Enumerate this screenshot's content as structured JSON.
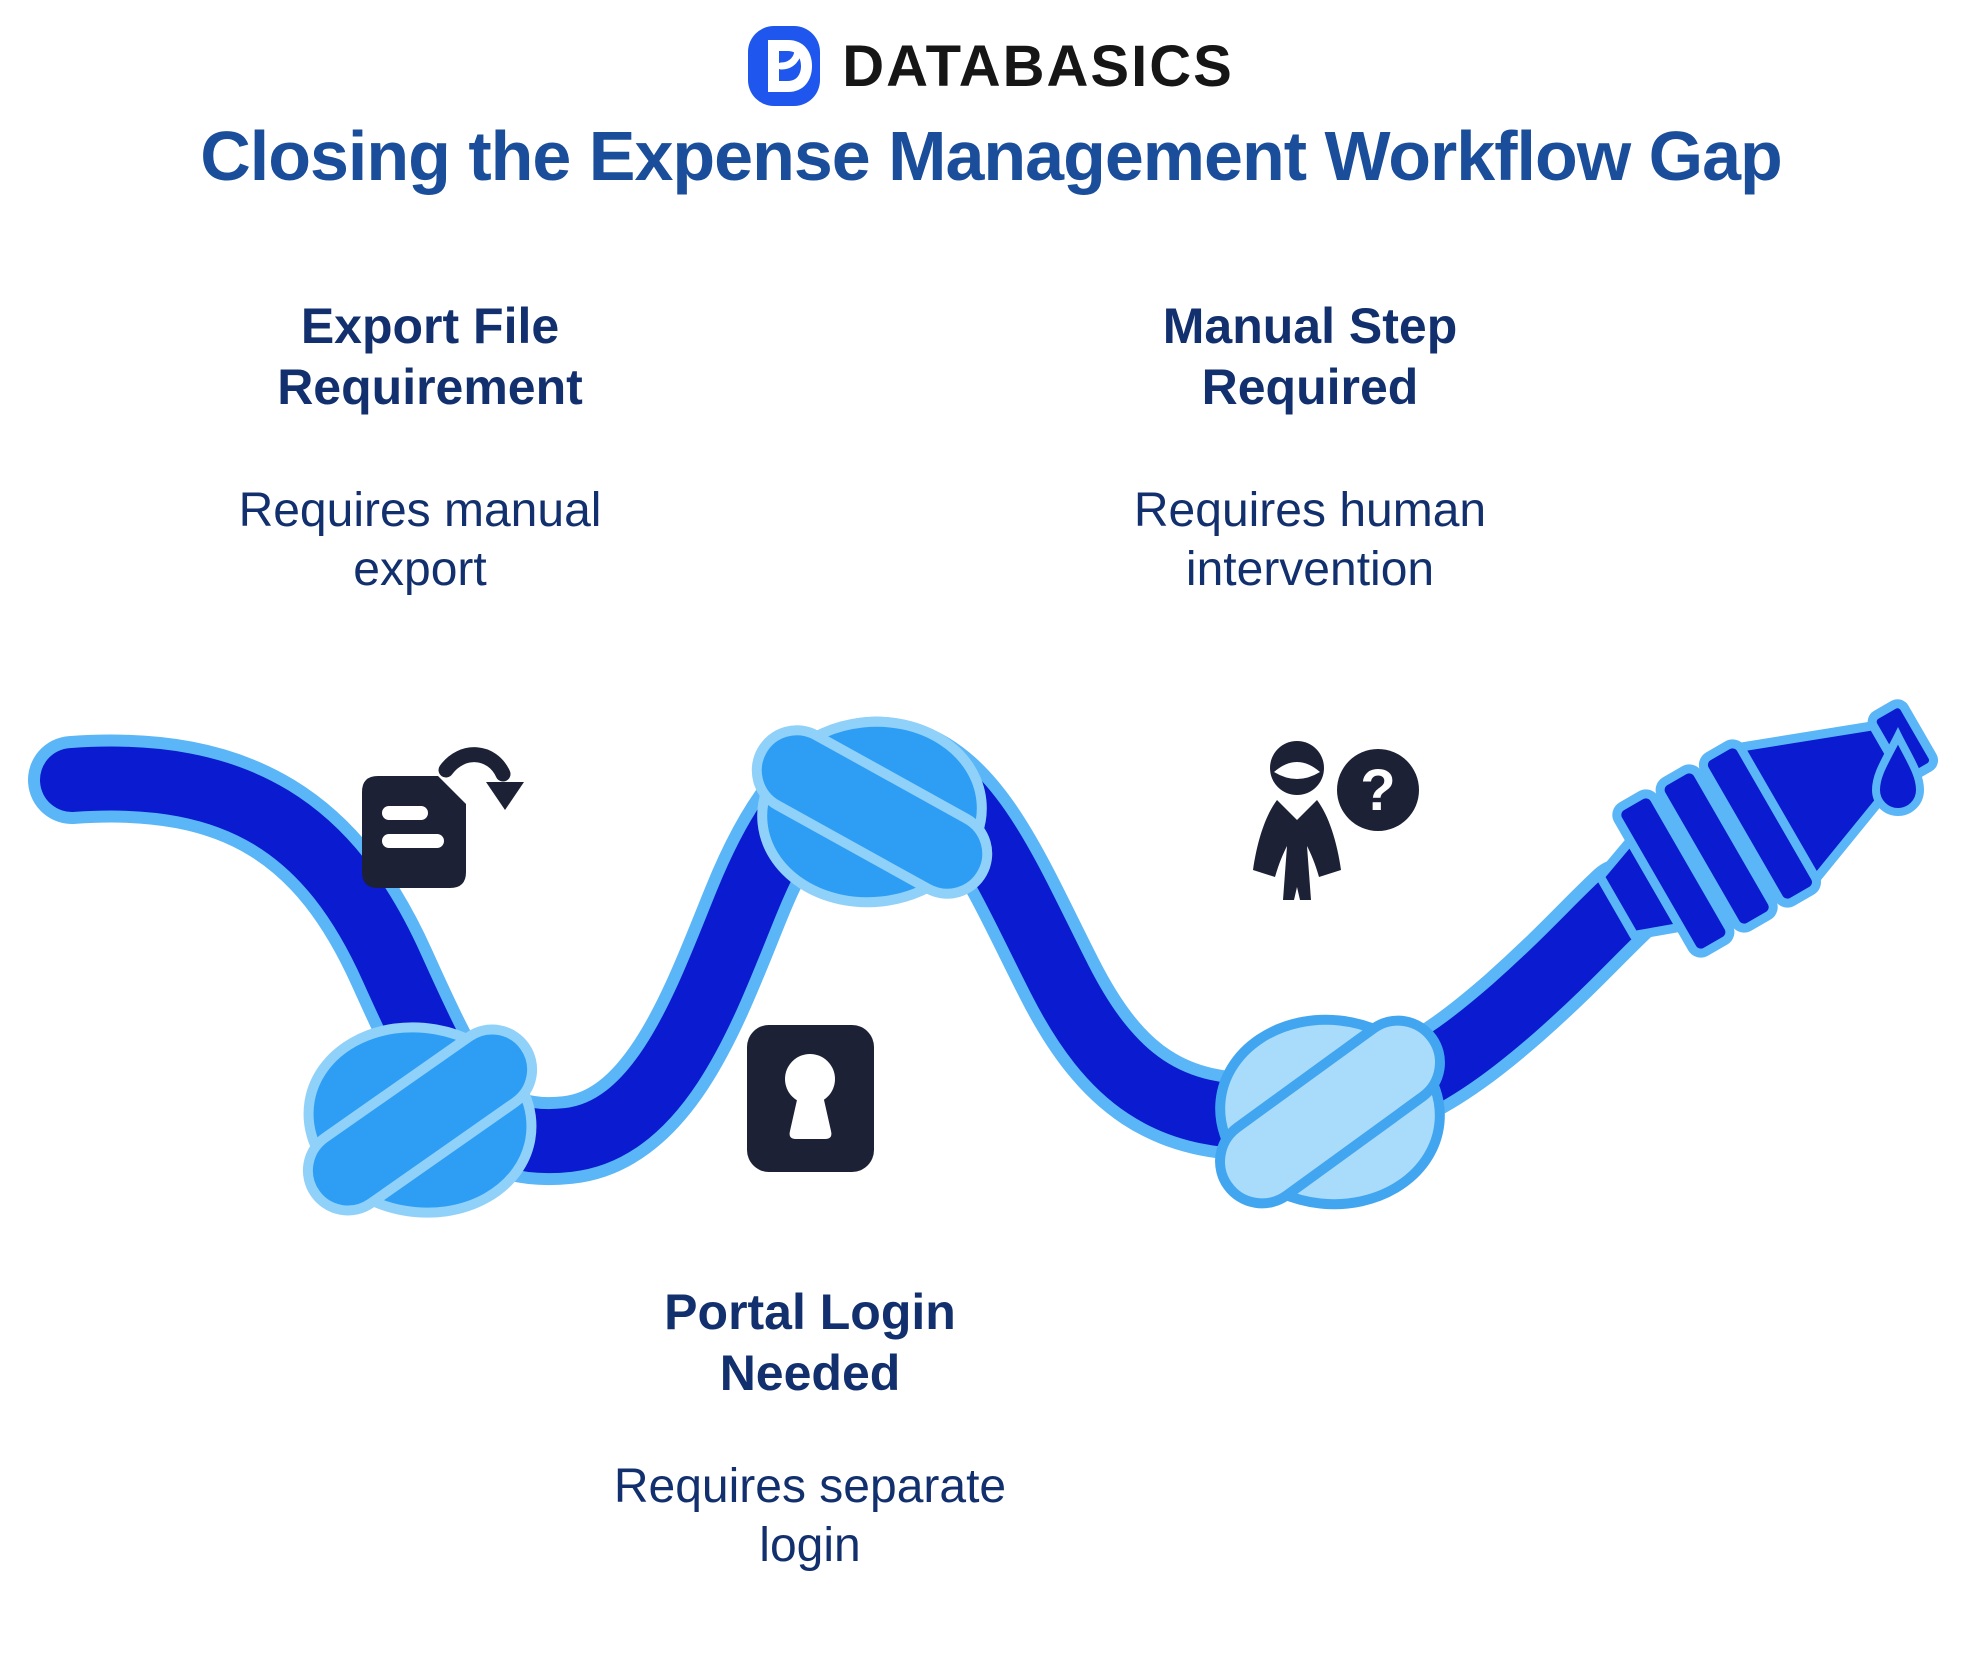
{
  "header": {
    "brand": "DATABASICS"
  },
  "title": "Closing the Expense Management Workflow Gap",
  "sections": [
    {
      "id": "export-file",
      "heading": "Export File\nRequirement",
      "description": "Requires manual\nexport",
      "icon": "document-export-icon"
    },
    {
      "id": "manual-step",
      "heading": "Manual Step\nRequired",
      "description": "Requires human\nintervention",
      "icon": "person-question-icon"
    },
    {
      "id": "portal-login",
      "heading": "Portal Login\nNeeded",
      "description": "Requires separate\nlogin",
      "icon": "keyhole-lock-icon"
    }
  ],
  "icons": {
    "question_glyph": "?"
  },
  "colors": {
    "brand-blue": "#1f57ee",
    "title-blue": "#1a4d9a",
    "text-navy": "#13306e",
    "hose-fill": "#0a1bd0",
    "hose-outline": "#5ab6f7",
    "knot-fill": "#2e9ef4",
    "knot-outline": "#90d1fa",
    "knot3-fill": "#a9dcfb",
    "knot3-outline": "#42a5f0",
    "icon-dark": "#1d2136",
    "wordmark-black": "#161616",
    "background": "#ffffff"
  }
}
